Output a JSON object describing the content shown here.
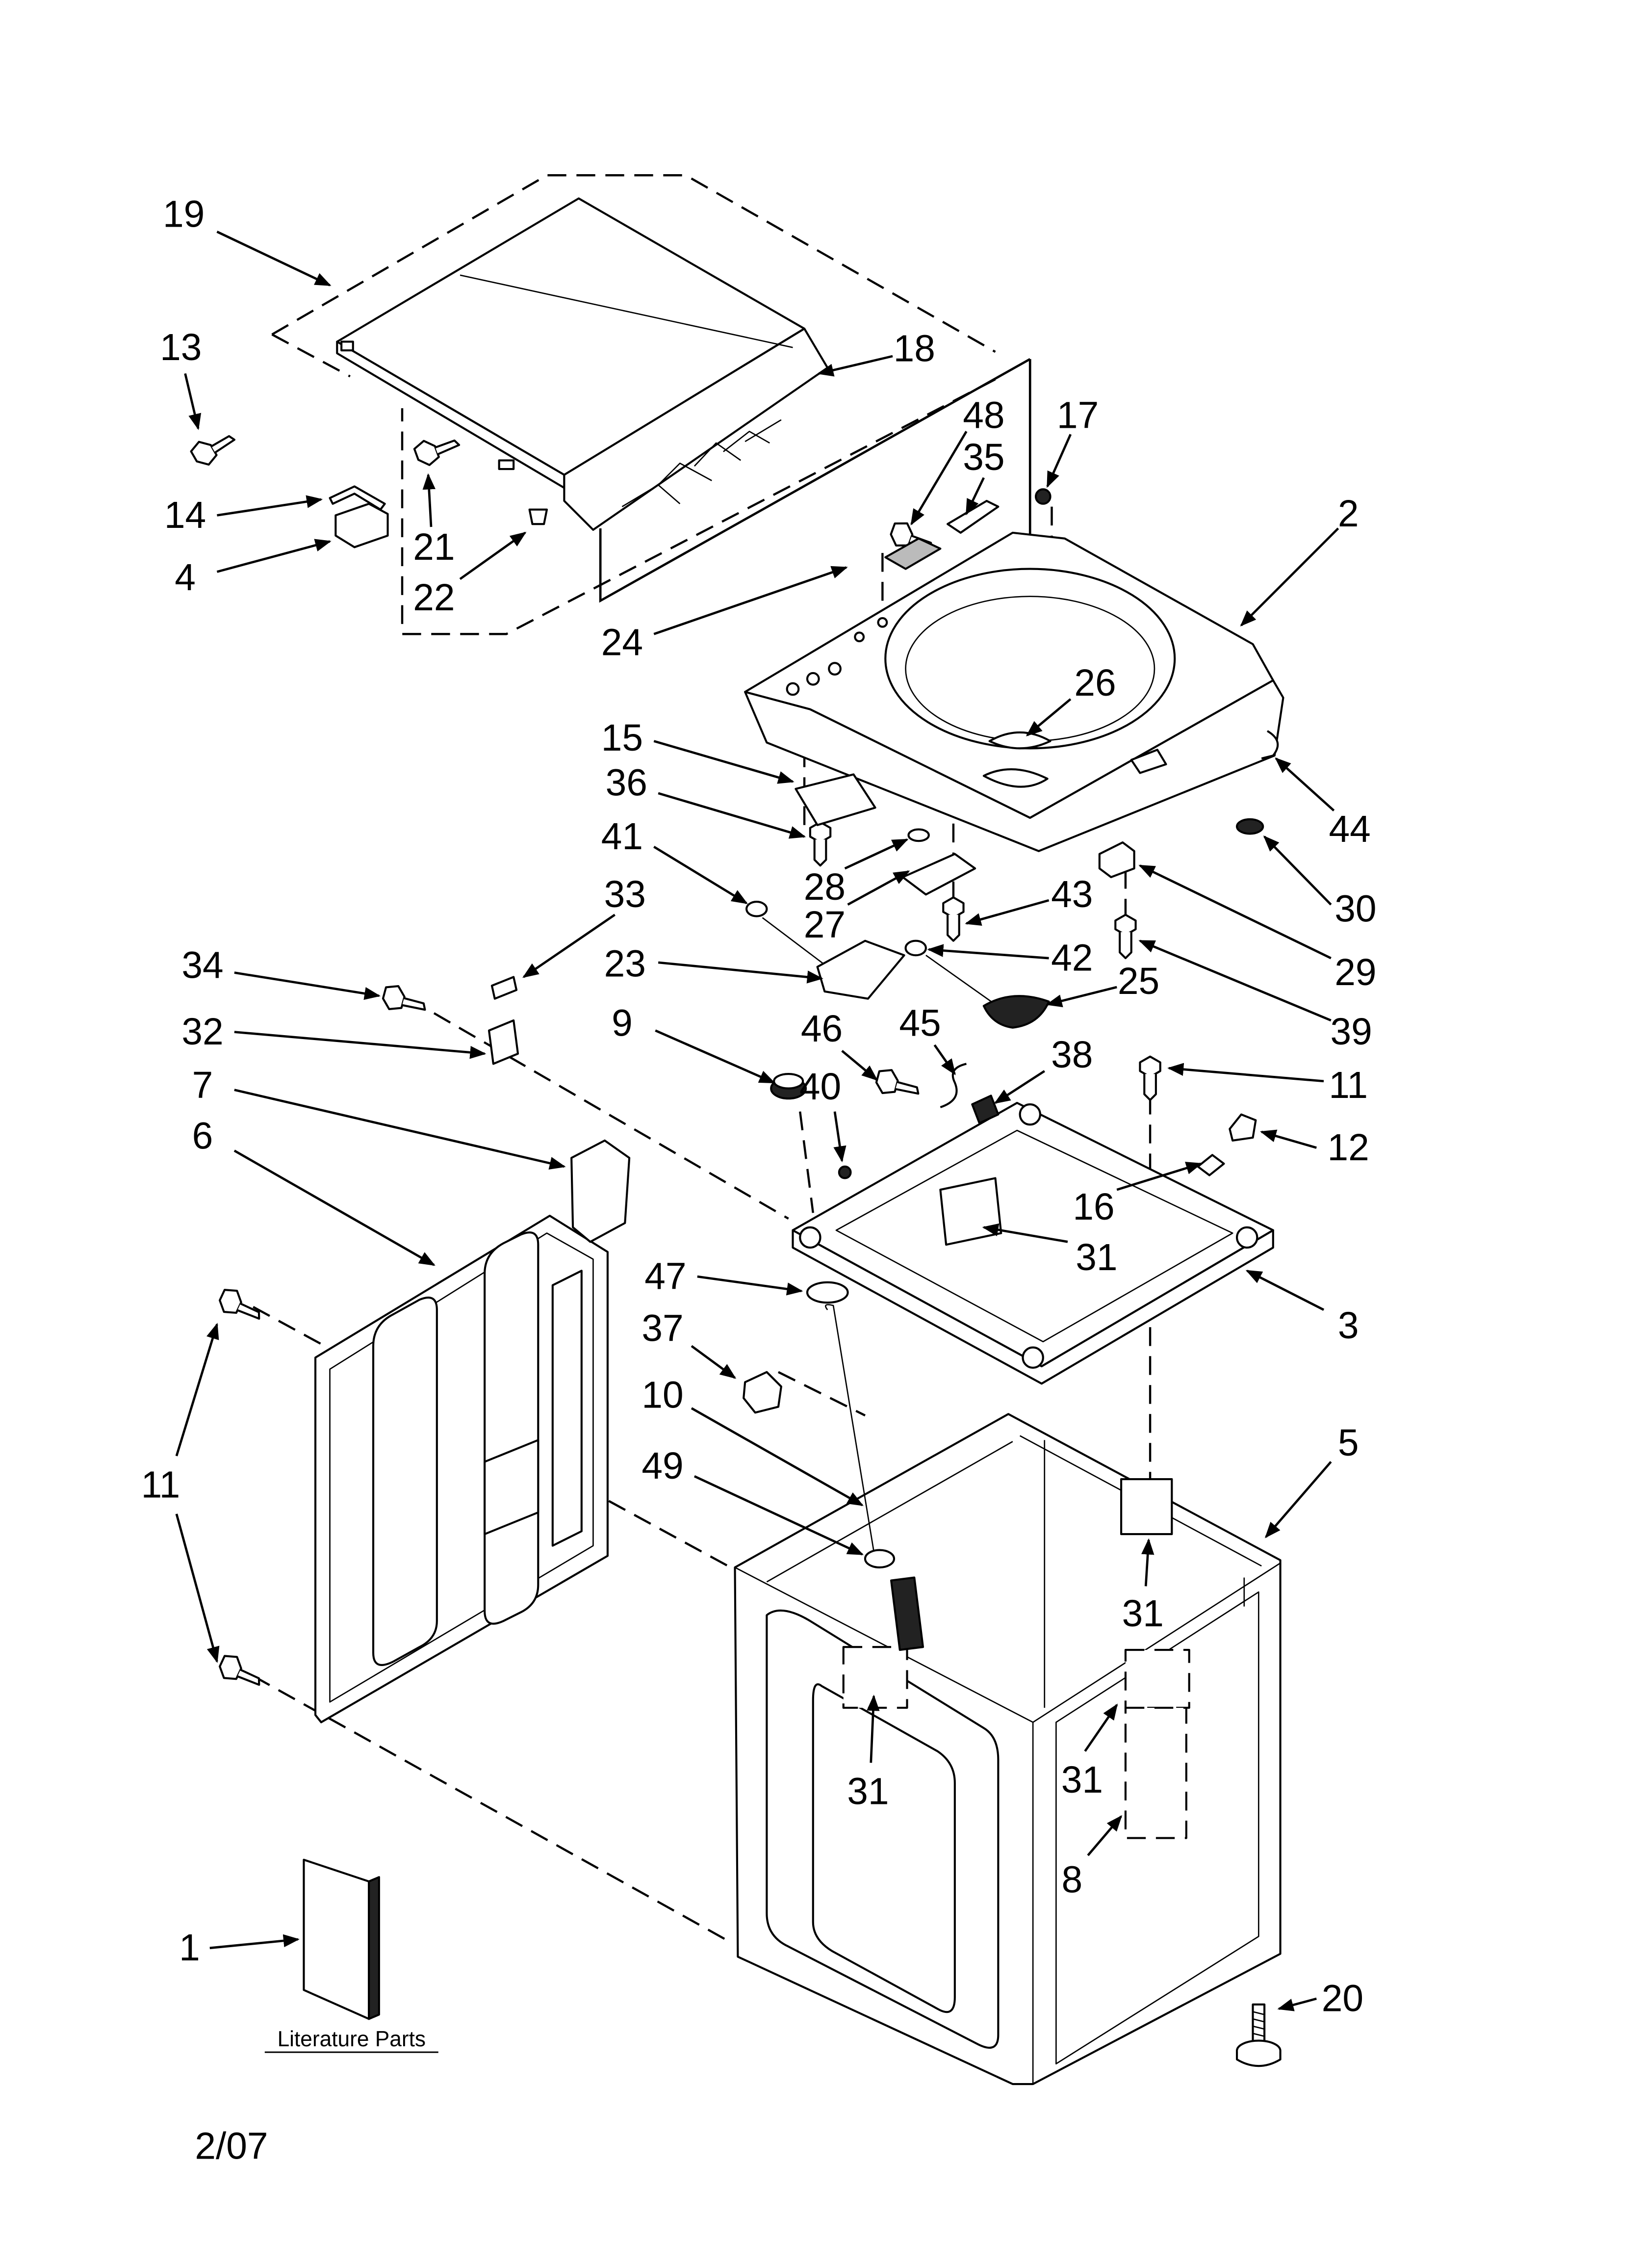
{
  "callouts": [
    "19",
    "13",
    "18",
    "48",
    "35",
    "17",
    "14",
    "2",
    "21",
    "4",
    "22",
    "24",
    "26",
    "15",
    "36",
    "44",
    "41",
    "28",
    "33",
    "43",
    "27",
    "30",
    "23",
    "42",
    "34",
    "29",
    "25",
    "32",
    "39",
    "9",
    "46",
    "45",
    "38",
    "40",
    "11",
    "7",
    "6",
    "12",
    "16",
    "31",
    "47",
    "3",
    "37",
    "10",
    "5",
    "11",
    "49",
    "31",
    "31",
    "31",
    "8",
    "1",
    "20"
  ],
  "caption": "Literature Parts",
  "date_code": "2/07"
}
